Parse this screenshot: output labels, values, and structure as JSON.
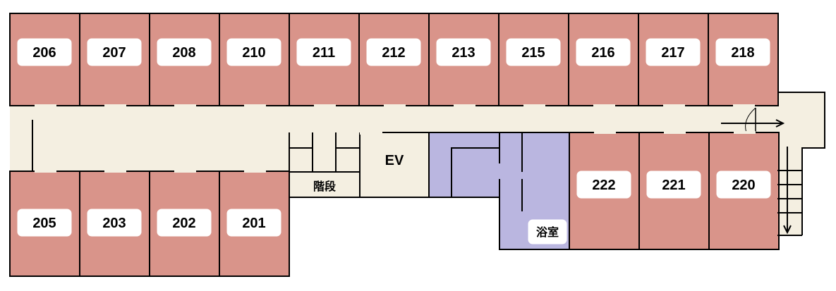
{
  "rooms_top": [
    "206",
    "207",
    "208",
    "210",
    "211",
    "212",
    "213",
    "215",
    "216",
    "217",
    "218"
  ],
  "rooms_bottom_left": [
    "205",
    "203",
    "202",
    "201"
  ],
  "rooms_bottom_right": [
    "222",
    "221",
    "220"
  ],
  "labels": {
    "stairs": "階段",
    "elevator": "EV",
    "bath": "浴室"
  },
  "colors": {
    "room": "#d9948a",
    "bath": "#bab6e0",
    "corridor": "#f4efe1"
  }
}
